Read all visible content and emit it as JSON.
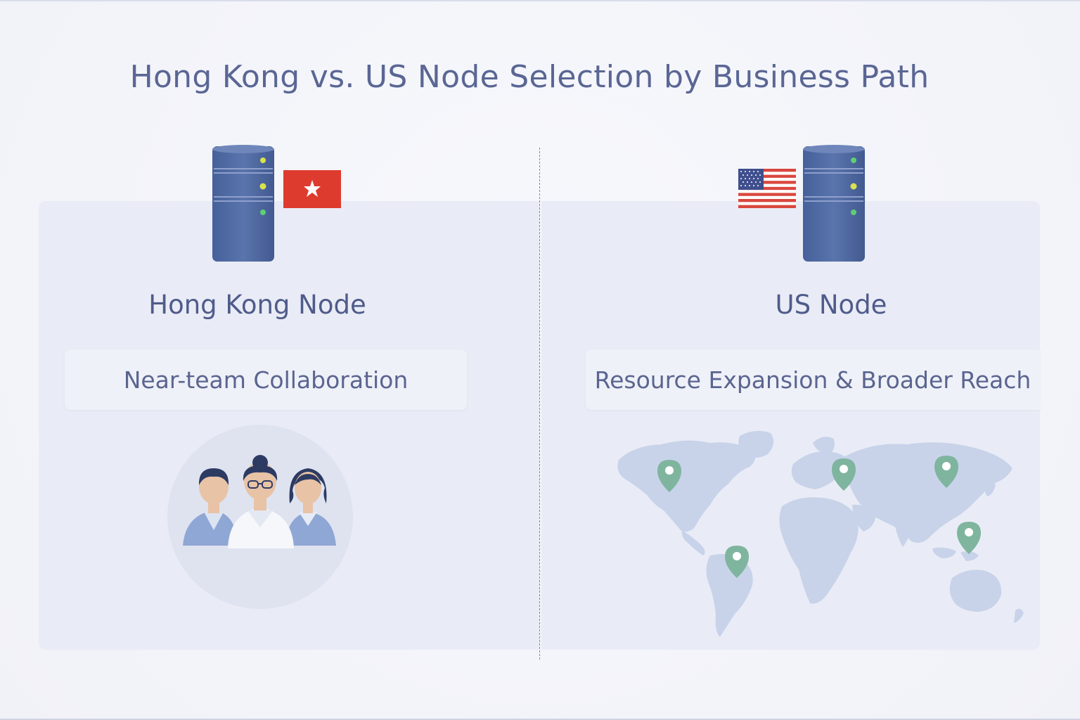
{
  "title": "Hong Kong vs. US Node Selection by Business Path",
  "left": {
    "node_title": "Hong Kong Node",
    "tagline": "Near-team Collaboration",
    "flag_icon": "hong-kong-flag-icon",
    "illustration_icon": "team-people-icon"
  },
  "right": {
    "node_title": "US Node",
    "tagline": "Resource Expansion & Broader Reach",
    "flag_icon": "us-flag-icon",
    "illustration_icon": "world-map-icon"
  },
  "colors": {
    "title": "#5a6694",
    "server": "#4f6aa3",
    "server_light_yellow": "#d9e34a",
    "server_light_green": "#5fcf73",
    "map_pin": "#7fb59e",
    "flag_red": "#de3b2f"
  }
}
